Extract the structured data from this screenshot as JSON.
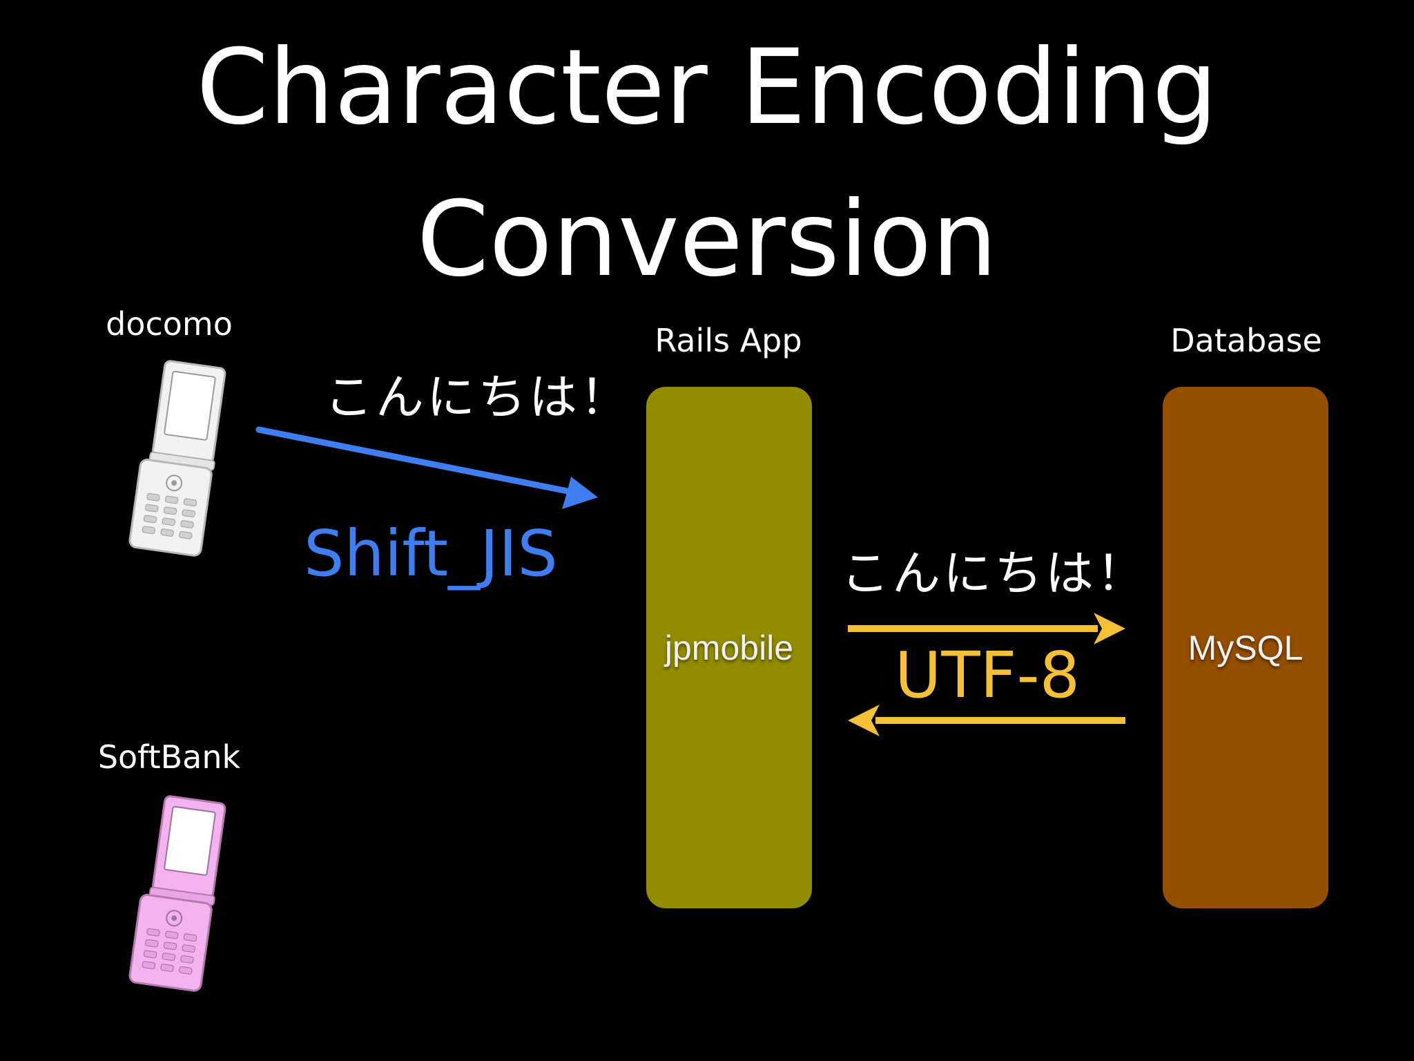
{
  "title": {
    "line1": "Character Encoding",
    "line2": "Conversion"
  },
  "phones": {
    "docomo": {
      "label": "docomo",
      "color": "#f2f2f2",
      "icon": "flip-phone-icon"
    },
    "softbank": {
      "label": "SoftBank",
      "color": "#f3b3ee",
      "icon": "flip-phone-icon"
    }
  },
  "rails": {
    "label": "Rails App",
    "box_text": "jpmobile",
    "color": "#928d00"
  },
  "database": {
    "label": "Database",
    "box_text": "MySQL",
    "color": "#944f00"
  },
  "flows": {
    "phone_to_rails": {
      "message": "こんにちは！",
      "encoding": "Shift_JIS",
      "color": "#3f7ef0"
    },
    "rails_db": {
      "message": "こんにちは！",
      "encoding": "UTF-8",
      "color": "#f5c035"
    }
  }
}
